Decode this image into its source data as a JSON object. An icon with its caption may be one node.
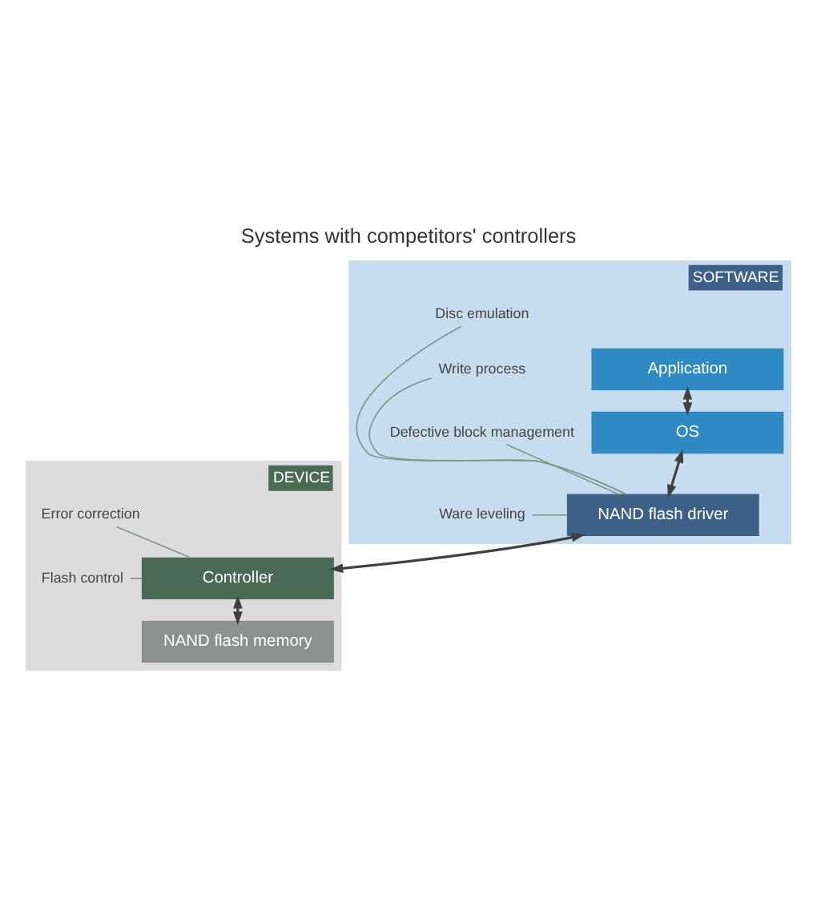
{
  "diagram": {
    "title": "Systems with competitors' controllers",
    "nodes": [
      {
        "text": [
          "SOFTWARE"
        ]
      },
      {
        "text": [
          "Application"
        ],
        "in": 0
      },
      {
        "text": [
          "OS"
        ],
        "in": 0
      },
      {
        "text": [
          "NAND flash driver"
        ],
        "in": 0
      },
      {
        "text": [
          "Disc emulation"
        ],
        "in": 0
      },
      {
        "text": [
          "Write process"
        ],
        "in": 0
      },
      {
        "text": [
          "Defective block management"
        ],
        "in": 0
      },
      {
        "text": [
          "Ware leveling"
        ],
        "in": 0
      },
      {
        "text": [
          "DEVICE"
        ]
      },
      {
        "text": [
          "Controller"
        ],
        "in": 8
      },
      {
        "text": [
          "NAND flash memory"
        ],
        "in": 8
      },
      {
        "text": [
          "Error correction"
        ],
        "in": 8
      },
      {
        "text": [
          "Flash control"
        ],
        "in": 8
      }
    ],
    "edges": [
      {
        "from": 1,
        "to": 2,
        "arrow": "both"
      },
      {
        "from": 2,
        "to": 3,
        "arrow": "both"
      },
      {
        "from": 3,
        "to": 9,
        "arrow": "both"
      },
      {
        "from": 9,
        "to": 10,
        "arrow": "both"
      },
      {
        "from": 3,
        "to": 4,
        "arrow": "none",
        "color": "#7a9a88"
      },
      {
        "from": 3,
        "to": 5,
        "arrow": "none",
        "color": "#7a9a88"
      },
      {
        "from": 3,
        "to": 6,
        "arrow": "none",
        "color": "#7a9a88"
      },
      {
        "from": 3,
        "to": 7,
        "arrow": "none",
        "color": "#7a9a88"
      },
      {
        "from": 9,
        "to": 11,
        "arrow": "none",
        "color": "#7a9a88"
      },
      {
        "from": 9,
        "to": 12,
        "arrow": "none",
        "color": "#7a9a88"
      }
    ]
  }
}
